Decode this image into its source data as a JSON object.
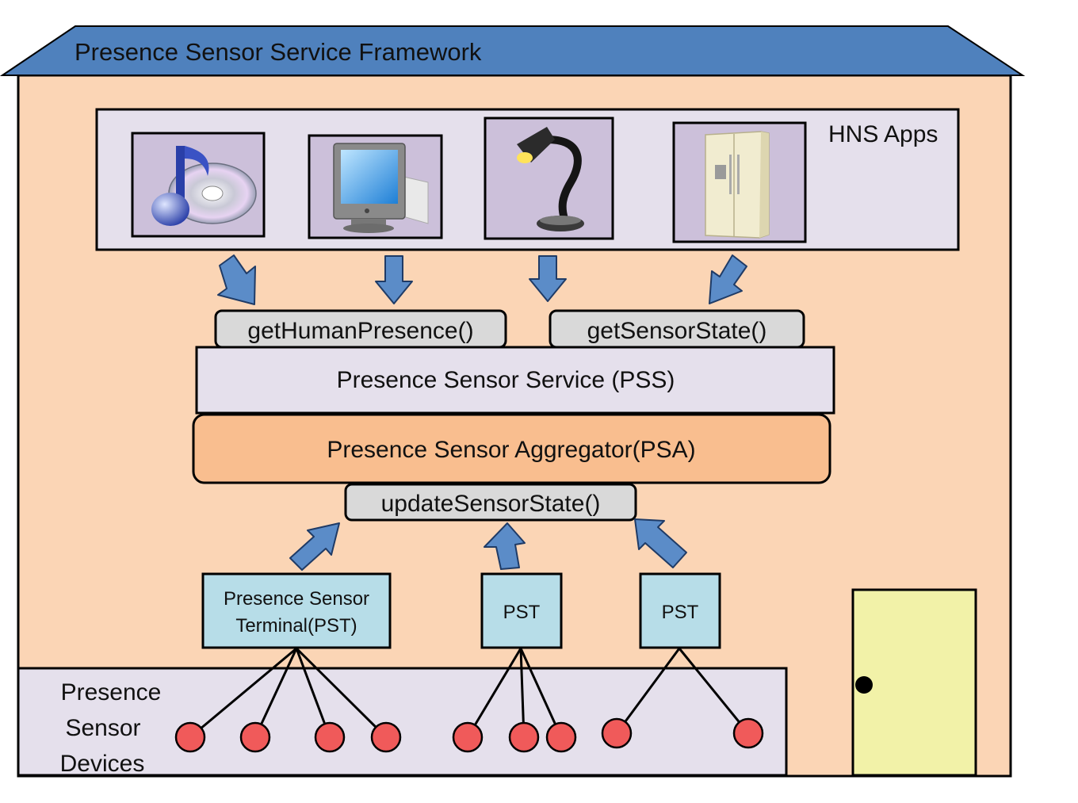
{
  "title": "Presence Sensor Service Framework",
  "apps_label": "HNS Apps",
  "apps": [
    {
      "icon": "music-cd-icon"
    },
    {
      "icon": "monitor-icon"
    },
    {
      "icon": "desk-lamp-icon"
    },
    {
      "icon": "refrigerator-icon"
    }
  ],
  "api": {
    "get_human_presence": "getHumanPresence()",
    "get_sensor_state": "getSensorState()",
    "update_sensor_state": "updateSensorState()"
  },
  "pss": "Presence Sensor Service (PSS)",
  "psa": "Presence Sensor Aggregator(PSA)",
  "terminals": {
    "pst_main_line1": "Presence Sensor",
    "pst_main_line2": "Terminal(PST)",
    "pst2": "PST",
    "pst3": "PST"
  },
  "devices_label": {
    "line1": "Presence",
    "line2": "Sensor",
    "line3": "Devices"
  },
  "colors": {
    "roof": "#4f81bd",
    "house": "#fbd5b5",
    "app_panel": "#e5e0ec",
    "app_tile": "#ccc0da",
    "api_pill": "#d9d9d9",
    "psa": "#f9be8f",
    "terminal": "#b7dde8",
    "device": "#f05a5a",
    "door": "#f2f2a8",
    "arrow": "#5b8cc8"
  }
}
